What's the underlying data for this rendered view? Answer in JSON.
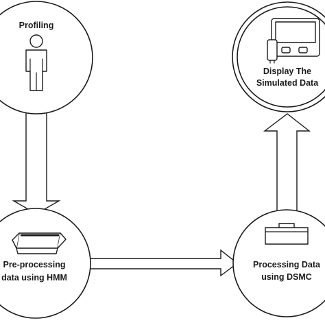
{
  "nodes": {
    "profiling": {
      "label": "Profiling",
      "icon": "person-icon"
    },
    "preprocessing": {
      "label_line1": "Pre-processing",
      "label_line2": "data using HMM",
      "icon": "open-box-icon"
    },
    "processing": {
      "label_line1": "Processing Data",
      "label_line2": "using DSMC",
      "icon": "briefcase-icon"
    },
    "display": {
      "label_line1": "Display The",
      "label_line2": "Simulated Data",
      "icon": "device-monitor-icon"
    }
  },
  "arrows": [
    {
      "from": "profiling",
      "to": "preprocessing",
      "direction": "down"
    },
    {
      "from": "preprocessing",
      "to": "processing",
      "direction": "right"
    },
    {
      "from": "processing",
      "to": "display",
      "direction": "up"
    }
  ],
  "colors": {
    "stroke": "#1a1a1a",
    "fill": "#ffffff",
    "background": "#ffffff"
  }
}
